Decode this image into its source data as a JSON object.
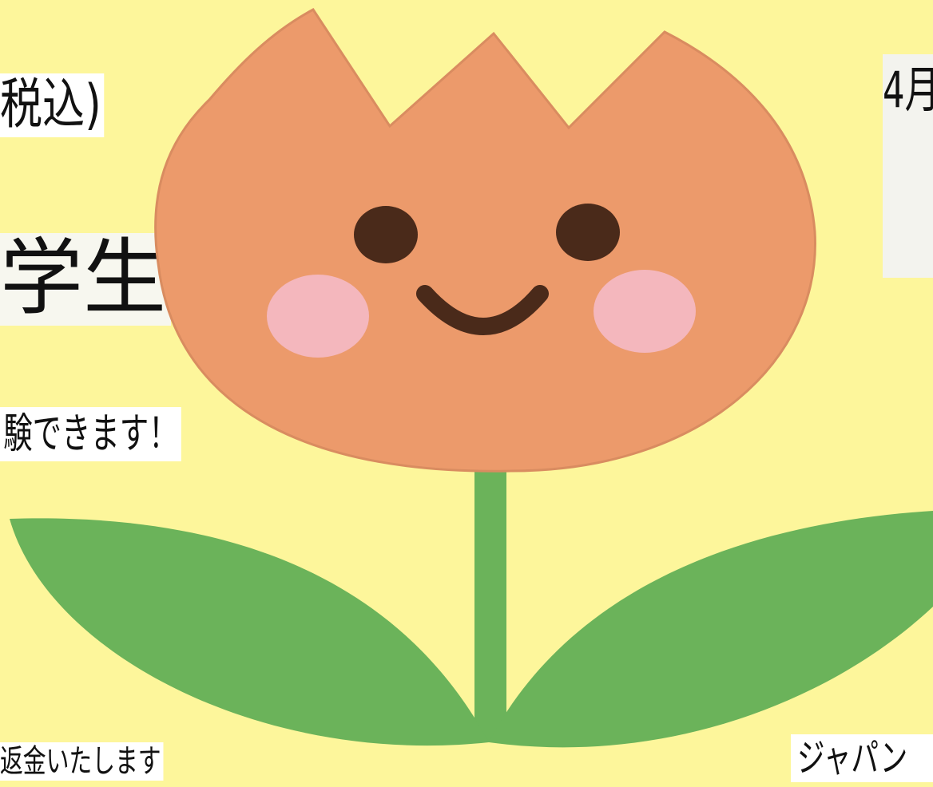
{
  "texts": {
    "tax": "税込)",
    "student": "学生",
    "experience": "験できます！",
    "refund": "返金いたします",
    "date": "4月",
    "japan": "ジャパン"
  },
  "colors": {
    "background": "#fdf69b",
    "petal": "#ec9a6b",
    "petal_outline": "#d98c60",
    "leaf": "#6bb35a",
    "stem": "#6bb35a",
    "eye": "#4a2a1a",
    "cheek": "#f4b7bd",
    "mouth": "#4a2a1a"
  },
  "illustration": {
    "subject": "tulip",
    "icon": "tulip-icon"
  }
}
